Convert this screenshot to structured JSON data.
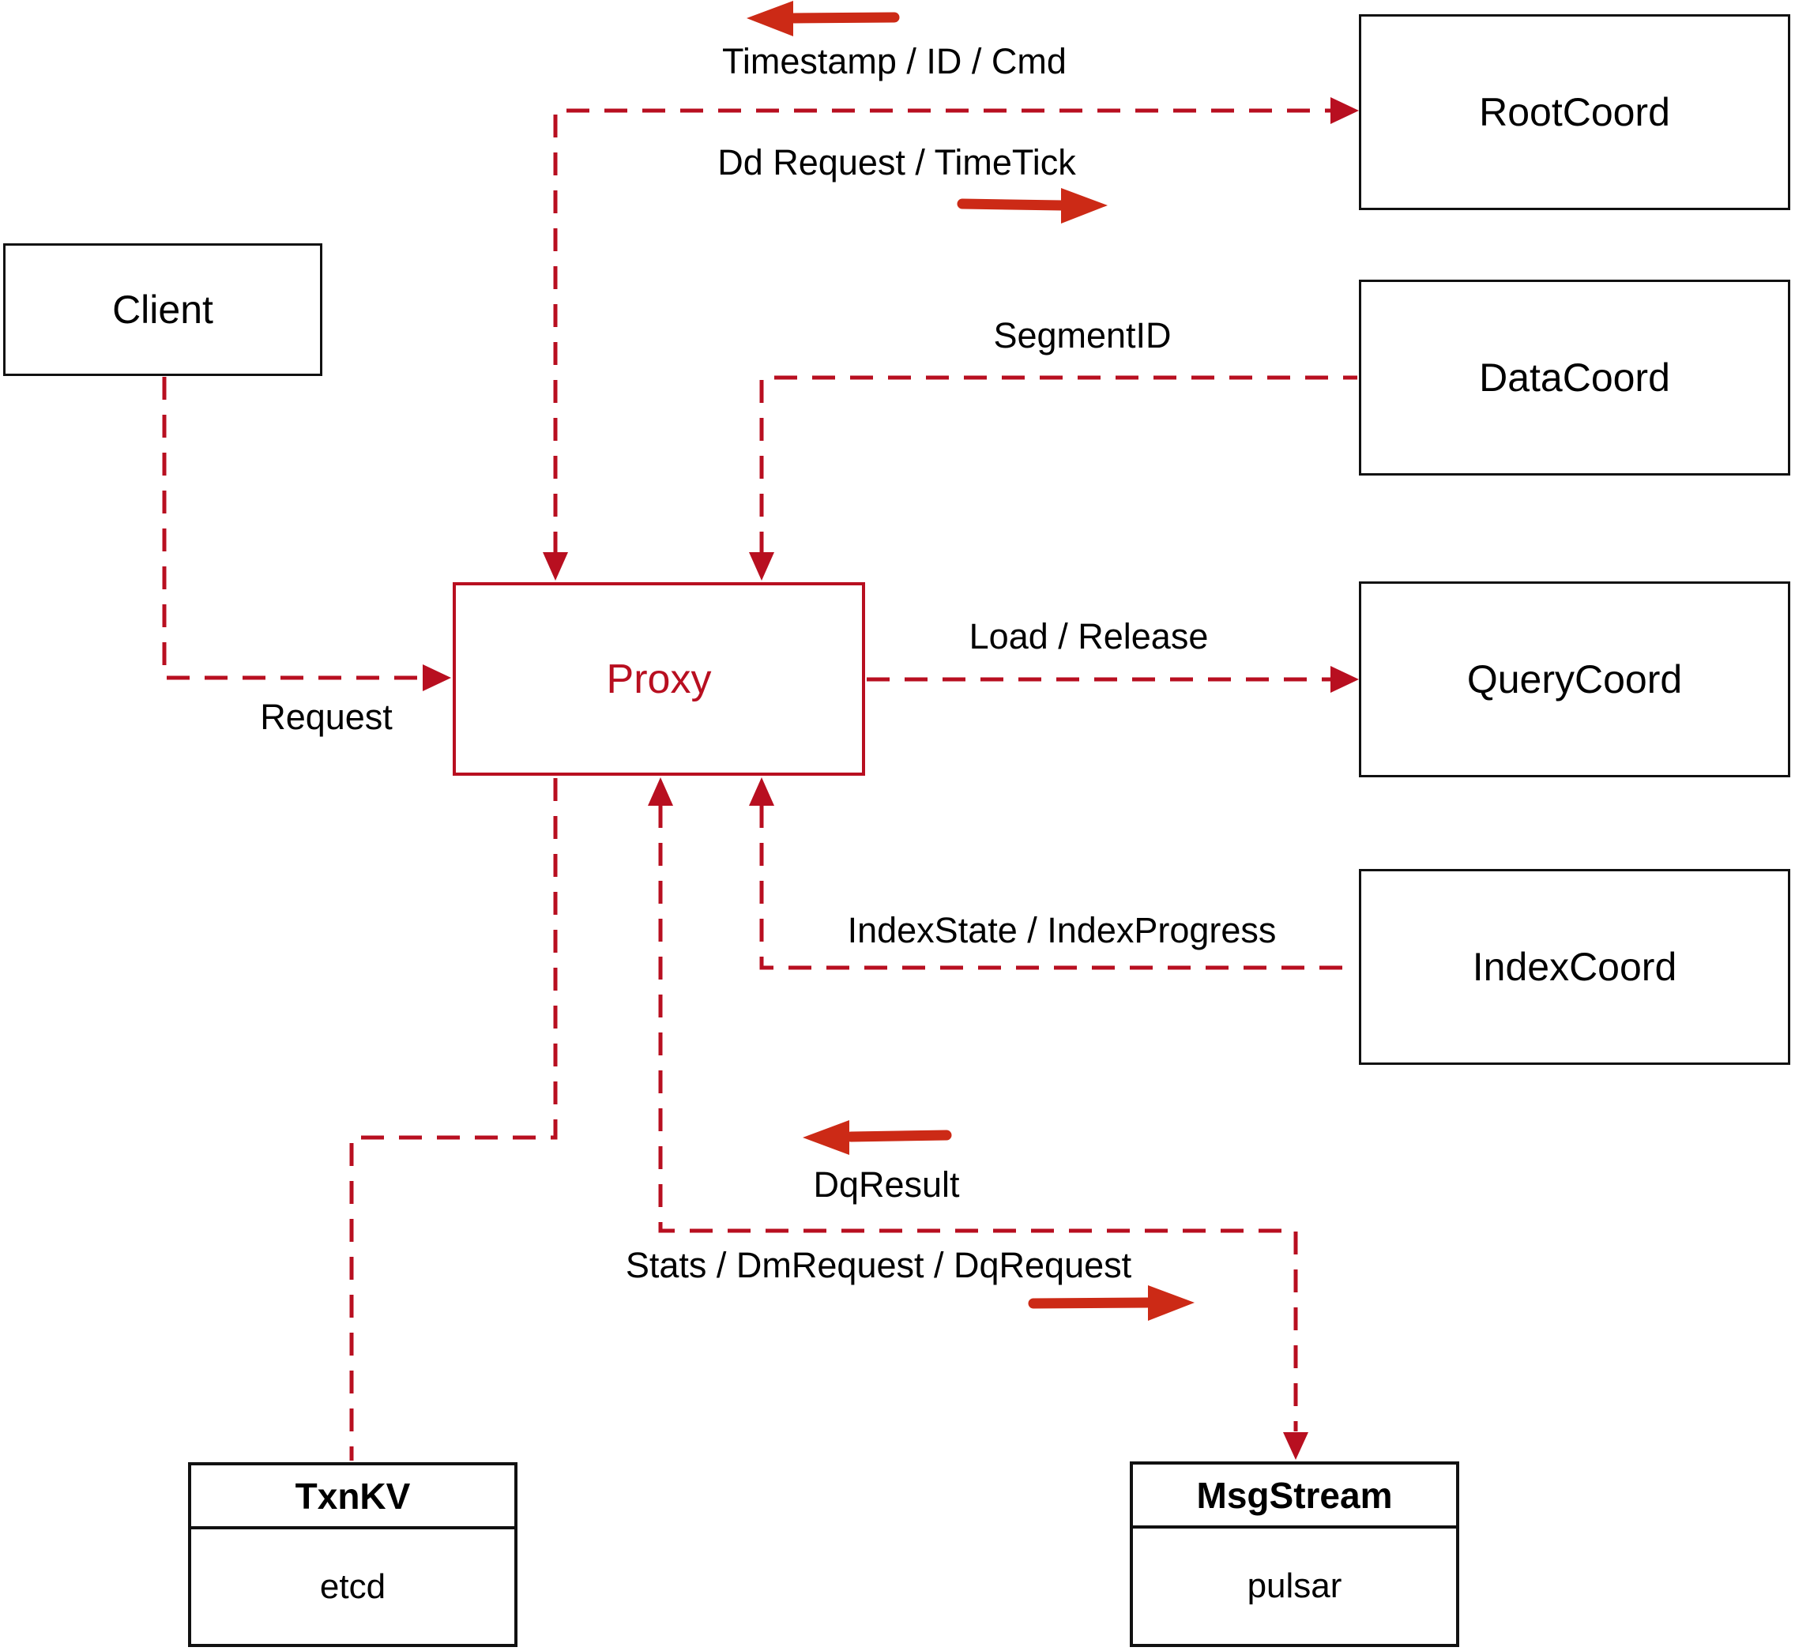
{
  "diagram": {
    "nodes": {
      "client": {
        "label": "Client"
      },
      "root_coord": {
        "label": "RootCoord"
      },
      "data_coord": {
        "label": "DataCoord"
      },
      "query_coord": {
        "label": "QueryCoord"
      },
      "index_coord": {
        "label": "IndexCoord"
      },
      "proxy": {
        "label": "Proxy"
      },
      "txn_kv": {
        "title": "TxnKV",
        "impl": "etcd"
      },
      "msg_stream": {
        "title": "MsgStream",
        "impl": "pulsar"
      }
    },
    "labels": {
      "timestamp_id_cmd": "Timestamp / ID / Cmd",
      "dd_request_timetick": "Dd Request / TimeTick",
      "segment_id": "SegmentID",
      "load_release": "Load / Release",
      "index_state_index_progress": "IndexState / IndexProgress",
      "request": "Request",
      "dq_result": "DqResult",
      "stats_dm_request_dq_request": "Stats / DmRequest / DqRequest"
    },
    "edges": [
      {
        "from": "Proxy",
        "to": "RootCoord",
        "bidirectional": true,
        "labels": [
          "Timestamp / ID / Cmd",
          "Dd Request / TimeTick"
        ]
      },
      {
        "from": "DataCoord",
        "to": "Proxy",
        "bidirectional": false,
        "labels": [
          "SegmentID"
        ]
      },
      {
        "from": "Proxy",
        "to": "QueryCoord",
        "bidirectional": false,
        "labels": [
          "Load / Release"
        ]
      },
      {
        "from": "IndexCoord",
        "to": "Proxy",
        "bidirectional": false,
        "labels": [
          "IndexState / IndexProgress"
        ]
      },
      {
        "from": "Client",
        "to": "Proxy",
        "bidirectional": false,
        "labels": [
          "Request"
        ]
      },
      {
        "from": "Proxy",
        "to": "TxnKV",
        "bidirectional": false,
        "labels": []
      },
      {
        "from": "Proxy",
        "to": "MsgStream",
        "bidirectional": true,
        "labels": [
          "DqResult",
          "Stats / DmRequest / DqRequest"
        ]
      }
    ],
    "colors": {
      "connector": "#b80f20",
      "direction_arrow": "#cc2a16",
      "box_border": "#111111",
      "proxy_accent": "#b80f20",
      "text": "#000000",
      "background": "#ffffff"
    }
  }
}
